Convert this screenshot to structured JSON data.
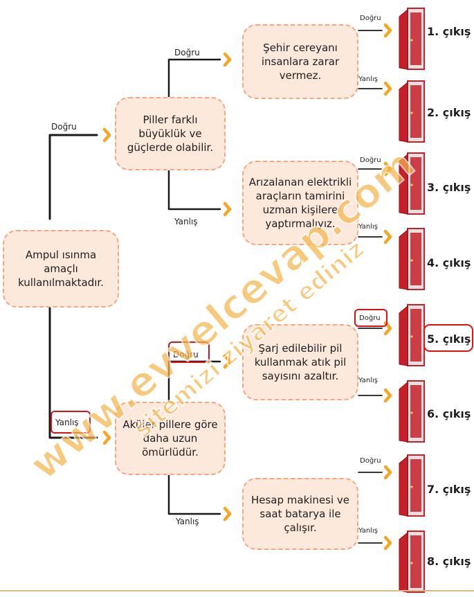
{
  "nodes": {
    "root": "Ampul ısınma amaçlı kullanılmaktadır.",
    "q_true": "Piller farklı büyüklük ve güçlerde olabilir.",
    "q_false": "Aküler pillere göre daha uzun ömürlüdür.",
    "q_tt": "Şehir cereyanı insanlara zarar vermez.",
    "q_tf": "Arızalanan elektrikli araçların tamirini uzman kişilere yaptırmalıyız.",
    "q_ft": "Şarj edilebilir pil kullanmak atık pil sayısını azaltır.",
    "q_ff": "Hesap makinesi ve saat batarya ile çalışır."
  },
  "labels": {
    "true": "Doğru",
    "false": "Yanlış"
  },
  "exits": [
    "1. çıkış",
    "2. çıkış",
    "3. çıkış",
    "4. çıkış",
    "5. çıkış",
    "6. çıkış",
    "7. çıkış",
    "8. çıkış"
  ],
  "watermark": {
    "main": "www.evvelcevap.com",
    "sub": "sitemizi ziyaret ediniz"
  },
  "colors": {
    "node_fill": "#fde8dc",
    "node_border": "#f2a783",
    "arrow": "#f5a623",
    "door": "#c8202a",
    "highlight": "#e01010"
  }
}
